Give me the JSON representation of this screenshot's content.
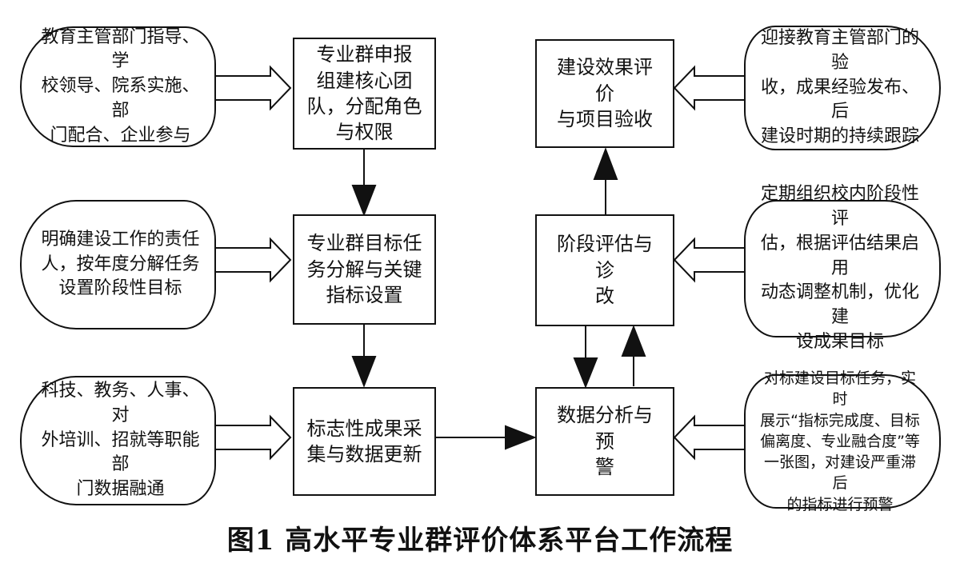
{
  "left_notes": [
    "教育主管部门指导、学\n校领导、院系实施、部\n门配合、企业参与",
    "明确建设工作的责任\n人，按年度分解任务\n设置阶段性目标",
    "科技、教务、人事、对\n外培训、招就等职能部\n门数据融通"
  ],
  "left_steps": [
    "专业群申报\n组建核心团\n队，分配角色\n与权限",
    "专业群目标任\n务分解与关键\n指标设置",
    "标志性成果采\n集与数据更新"
  ],
  "right_steps": [
    "建设效果评价\n与项目验收",
    "阶段评估与诊\n改",
    "数据分析与预\n警"
  ],
  "right_notes": [
    "迎接教育主管部门的验\n收，成果经验发布、后\n建设时期的持续跟踪",
    "定期组织校内阶段性评\n估，根据评估结果启用\n动态调整机制，优化建\n设成果目标",
    "对标建设目标任务，实时\n展示“指标完成度、目标\n偏离度、专业融合度”等\n一张图，对建设严重滞后\n的指标进行预警"
  ],
  "caption": "图1  高水平专业群评价体系平台工作流程"
}
